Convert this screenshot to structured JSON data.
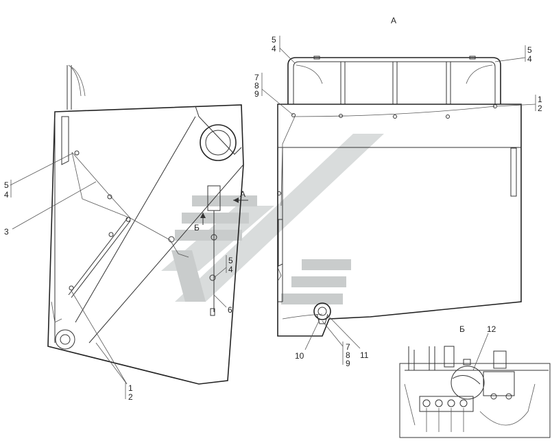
{
  "view_labels": {
    "view_a": "А",
    "view_b": "Б",
    "arrow_a": "А",
    "arrow_b": "Б"
  },
  "callouts": {
    "left_5_4": [
      "5",
      "4"
    ],
    "left_3": "3",
    "left_1_2": [
      "1",
      "2"
    ],
    "center_5_4": [
      "5",
      "4"
    ],
    "center_6": "6",
    "right_5_4_tl": [
      "5",
      "4"
    ],
    "right_5_4_tr": [
      "5",
      "4"
    ],
    "right_7_8_9_top": [
      "7",
      "8",
      "9"
    ],
    "right_1_2": [
      "1",
      "2"
    ],
    "right_10": "10",
    "right_11": "11",
    "right_7_8_9_bottom": [
      "7",
      "8",
      "9"
    ],
    "inset_12": "12"
  },
  "colors": {
    "line": "#333333",
    "watermark": "#c9cccc"
  }
}
